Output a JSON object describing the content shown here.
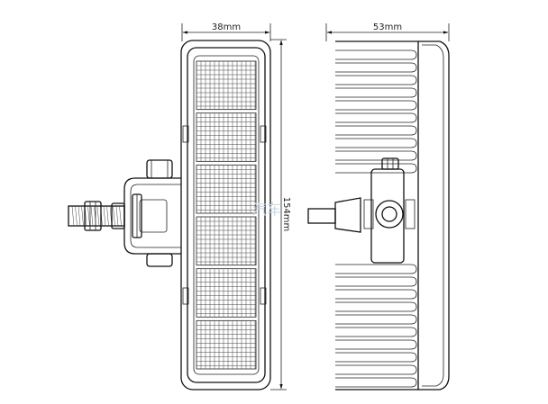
{
  "dimensions": {
    "front_width": "38mm",
    "height": "154mm",
    "side_width": "53mm"
  },
  "watermark": "汽车"
}
